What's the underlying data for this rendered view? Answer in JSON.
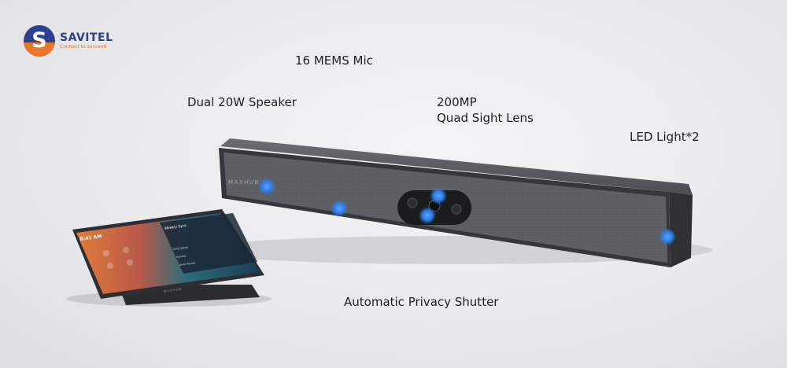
{
  "logo": {
    "name": "SAVITEL",
    "tagline": "Connect to succeed"
  },
  "callouts": {
    "speaker": "Dual 20W Speaker",
    "mic": "16 MEMS Mic",
    "lens_line1": "200MP",
    "lens_line2": "Quad Sight Lens",
    "led": "LED Light*2",
    "shutter": "Automatic Privacy Shutter"
  },
  "device": {
    "brand": "MAXHUB"
  },
  "tablet": {
    "time": "8:41 AM",
    "meeting_title": "Weekly Sync",
    "panel_items": [
      "Daily Update",
      "Standup",
      "Demo Review"
    ],
    "brand": "MAXHUB"
  },
  "colors": {
    "accent_dot": "#2f7de8",
    "device_body": "#3f4247",
    "logo_blue": "#2d3f8e",
    "logo_orange": "#e8762d"
  }
}
